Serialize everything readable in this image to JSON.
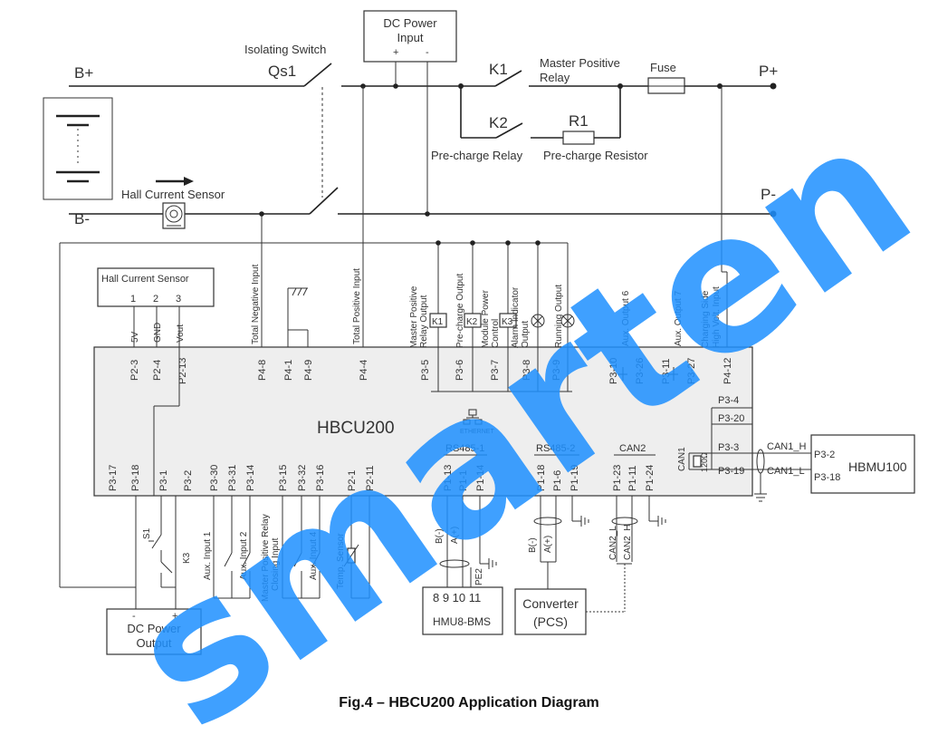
{
  "watermark": "smarten",
  "caption": "Fig.4 – HBCU200 Application Diagram",
  "top": {
    "b_plus": "B+",
    "b_minus": "B-",
    "isolating_switch": "Isolating Switch",
    "qs1": "Qs1",
    "dc_power_input_line1": "DC Power",
    "dc_power_input_line2": "Input",
    "plus": "+",
    "minus": "-",
    "k1": "K1",
    "master_positive_relay_line1": "Master Positive",
    "master_positive_relay_line2": "Relay",
    "fuse": "Fuse",
    "p_plus": "P+",
    "p_minus": "P-",
    "k2": "K2",
    "r1": "R1",
    "precharge_relay": "Pre-charge Relay",
    "precharge_resistor": "Pre-charge Resistor",
    "hall_current_sensor": "Hall Current Sensor"
  },
  "hall_box": {
    "title": "Hall Current Sensor",
    "pins": [
      "1",
      "2",
      "3"
    ],
    "signals": [
      "5V",
      "GND",
      "Vout"
    ]
  },
  "top_labels": {
    "total_negative_input": "Total Negative Input",
    "total_positive_input": "Total Positive Input",
    "master_positive_relay_output_1": "Master Positive",
    "master_positive_relay_output_2": "Relay Output",
    "precharge_output": "Pre-charge Output",
    "module_power_control_1": "Module Power",
    "module_power_control_2": "Control",
    "alarm_indicator_output_1": "Alarm Indicator",
    "alarm_indicator_output_2": "Output",
    "running_output": "Running Output",
    "aux_output_6": "Aux. Output 6",
    "aux_output_7": "Aux. Output 7",
    "charging_side_1": "Charging Side",
    "charging_side_2": "High Volt. Input",
    "k1_box": "K1",
    "k2_box": "K2",
    "k3_box": "K3"
  },
  "hbcu": {
    "name": "HBCU200",
    "ethernet": "ETHERNET",
    "top_pins": [
      "P2-3",
      "P2-4",
      "P2-13",
      "P4-8",
      "P4-1",
      "P4-9",
      "P4-4",
      "P3-5",
      "P3-6",
      "P3-7",
      "P3-8",
      "P3-9",
      "P3-10",
      "P3-26",
      "P3-11",
      "P3-27",
      "P4-12"
    ],
    "bottom_pins": [
      "P3-17",
      "P3-18",
      "P3-1",
      "P3-2",
      "P3-30",
      "P3-31",
      "P3-14",
      "P3-15",
      "P3-32",
      "P3-16",
      "P2-1",
      "P2-11",
      "P1-13",
      "P1-1",
      "P1-14",
      "P1-18",
      "P1-6",
      "P1-19",
      "P1-23",
      "P1-11",
      "P1-24"
    ],
    "right_pins": [
      "P3-4",
      "P3-20",
      "P3-3",
      "P3-19"
    ],
    "rs485_1": "RS485-1",
    "rs485_2": "RS485-2",
    "can2": "CAN2",
    "can1": "CAN1",
    "resistor_120": "120Ω"
  },
  "hbmu": {
    "name": "HBMU100",
    "p3_2": "P3-2",
    "p3_18": "P3-18",
    "can1_h": "CAN1_H",
    "can1_l": "CAN1_L"
  },
  "bottom": {
    "s1": "S1",
    "k3": "K3",
    "dc_power_output_line1": "DC Power",
    "dc_power_output_line2": "Output",
    "minus": "-",
    "plus": "+",
    "aux_input_1": "Aux. Input 1",
    "aux_input_2": "Aux. Input 2",
    "mpr_closing_input_1": "Master Positive Relay",
    "mpr_closing_input_2": "Closing Input",
    "aux_input_4": "Aux. Input 4",
    "temp_sensor": "Temp. Sensor",
    "hmu8_pins": "8  9 10 11",
    "hmu8": "HMU8-BMS",
    "converter_line1": "Converter",
    "converter_line2": "(PCS)",
    "b_minus": "B(-)",
    "a_plus": "A(+)",
    "pe2": "PE2",
    "can2_l": "CAN2_L",
    "can2_h": "CAN2_H"
  }
}
